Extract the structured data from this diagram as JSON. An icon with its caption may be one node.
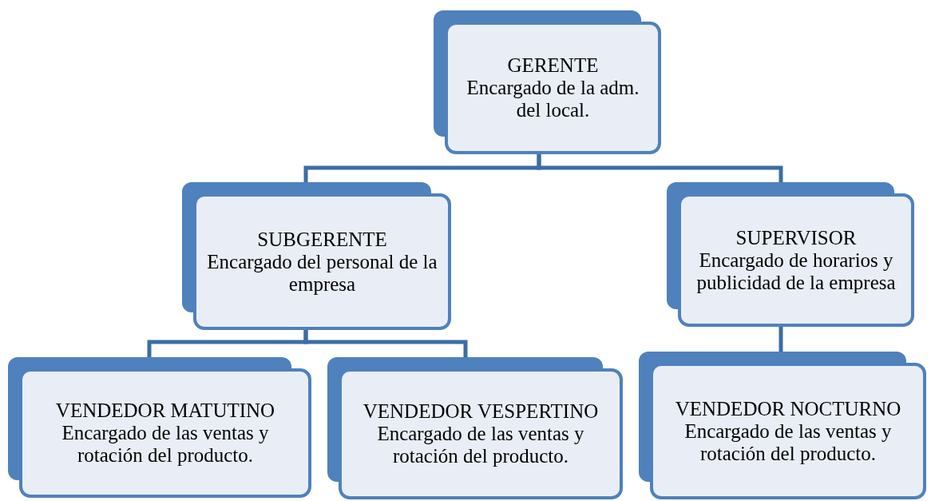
{
  "diagram": {
    "nodes": [
      {
        "text": [
          "GERENTE",
          "Encargado de la adm. del local."
        ]
      },
      {
        "text": [
          "SUBGERENTE",
          "Encargado del personal de la empresa"
        ]
      },
      {
        "text": [
          "SUPERVISOR",
          "Encargado de horarios y publicidad de la empresa"
        ]
      },
      {
        "text": [
          "VENDEDOR MATUTINO",
          "Encargado de las ventas y rotación del producto."
        ]
      },
      {
        "text": [
          "VENDEDOR VESPERTINO",
          "Encargado de las ventas y rotación del producto."
        ]
      },
      {
        "text": [
          "VENDEDOR NOCTURNO",
          "Encargado de las ventas y rotación del producto."
        ]
      }
    ],
    "edges": [
      {
        "from": 0,
        "to": 1,
        "arrow": "none"
      },
      {
        "from": 0,
        "to": 2,
        "arrow": "none"
      },
      {
        "from": 1,
        "to": 3,
        "arrow": "none"
      },
      {
        "from": 1,
        "to": 4,
        "arrow": "none"
      },
      {
        "from": 2,
        "to": 5,
        "arrow": "none"
      }
    ]
  }
}
